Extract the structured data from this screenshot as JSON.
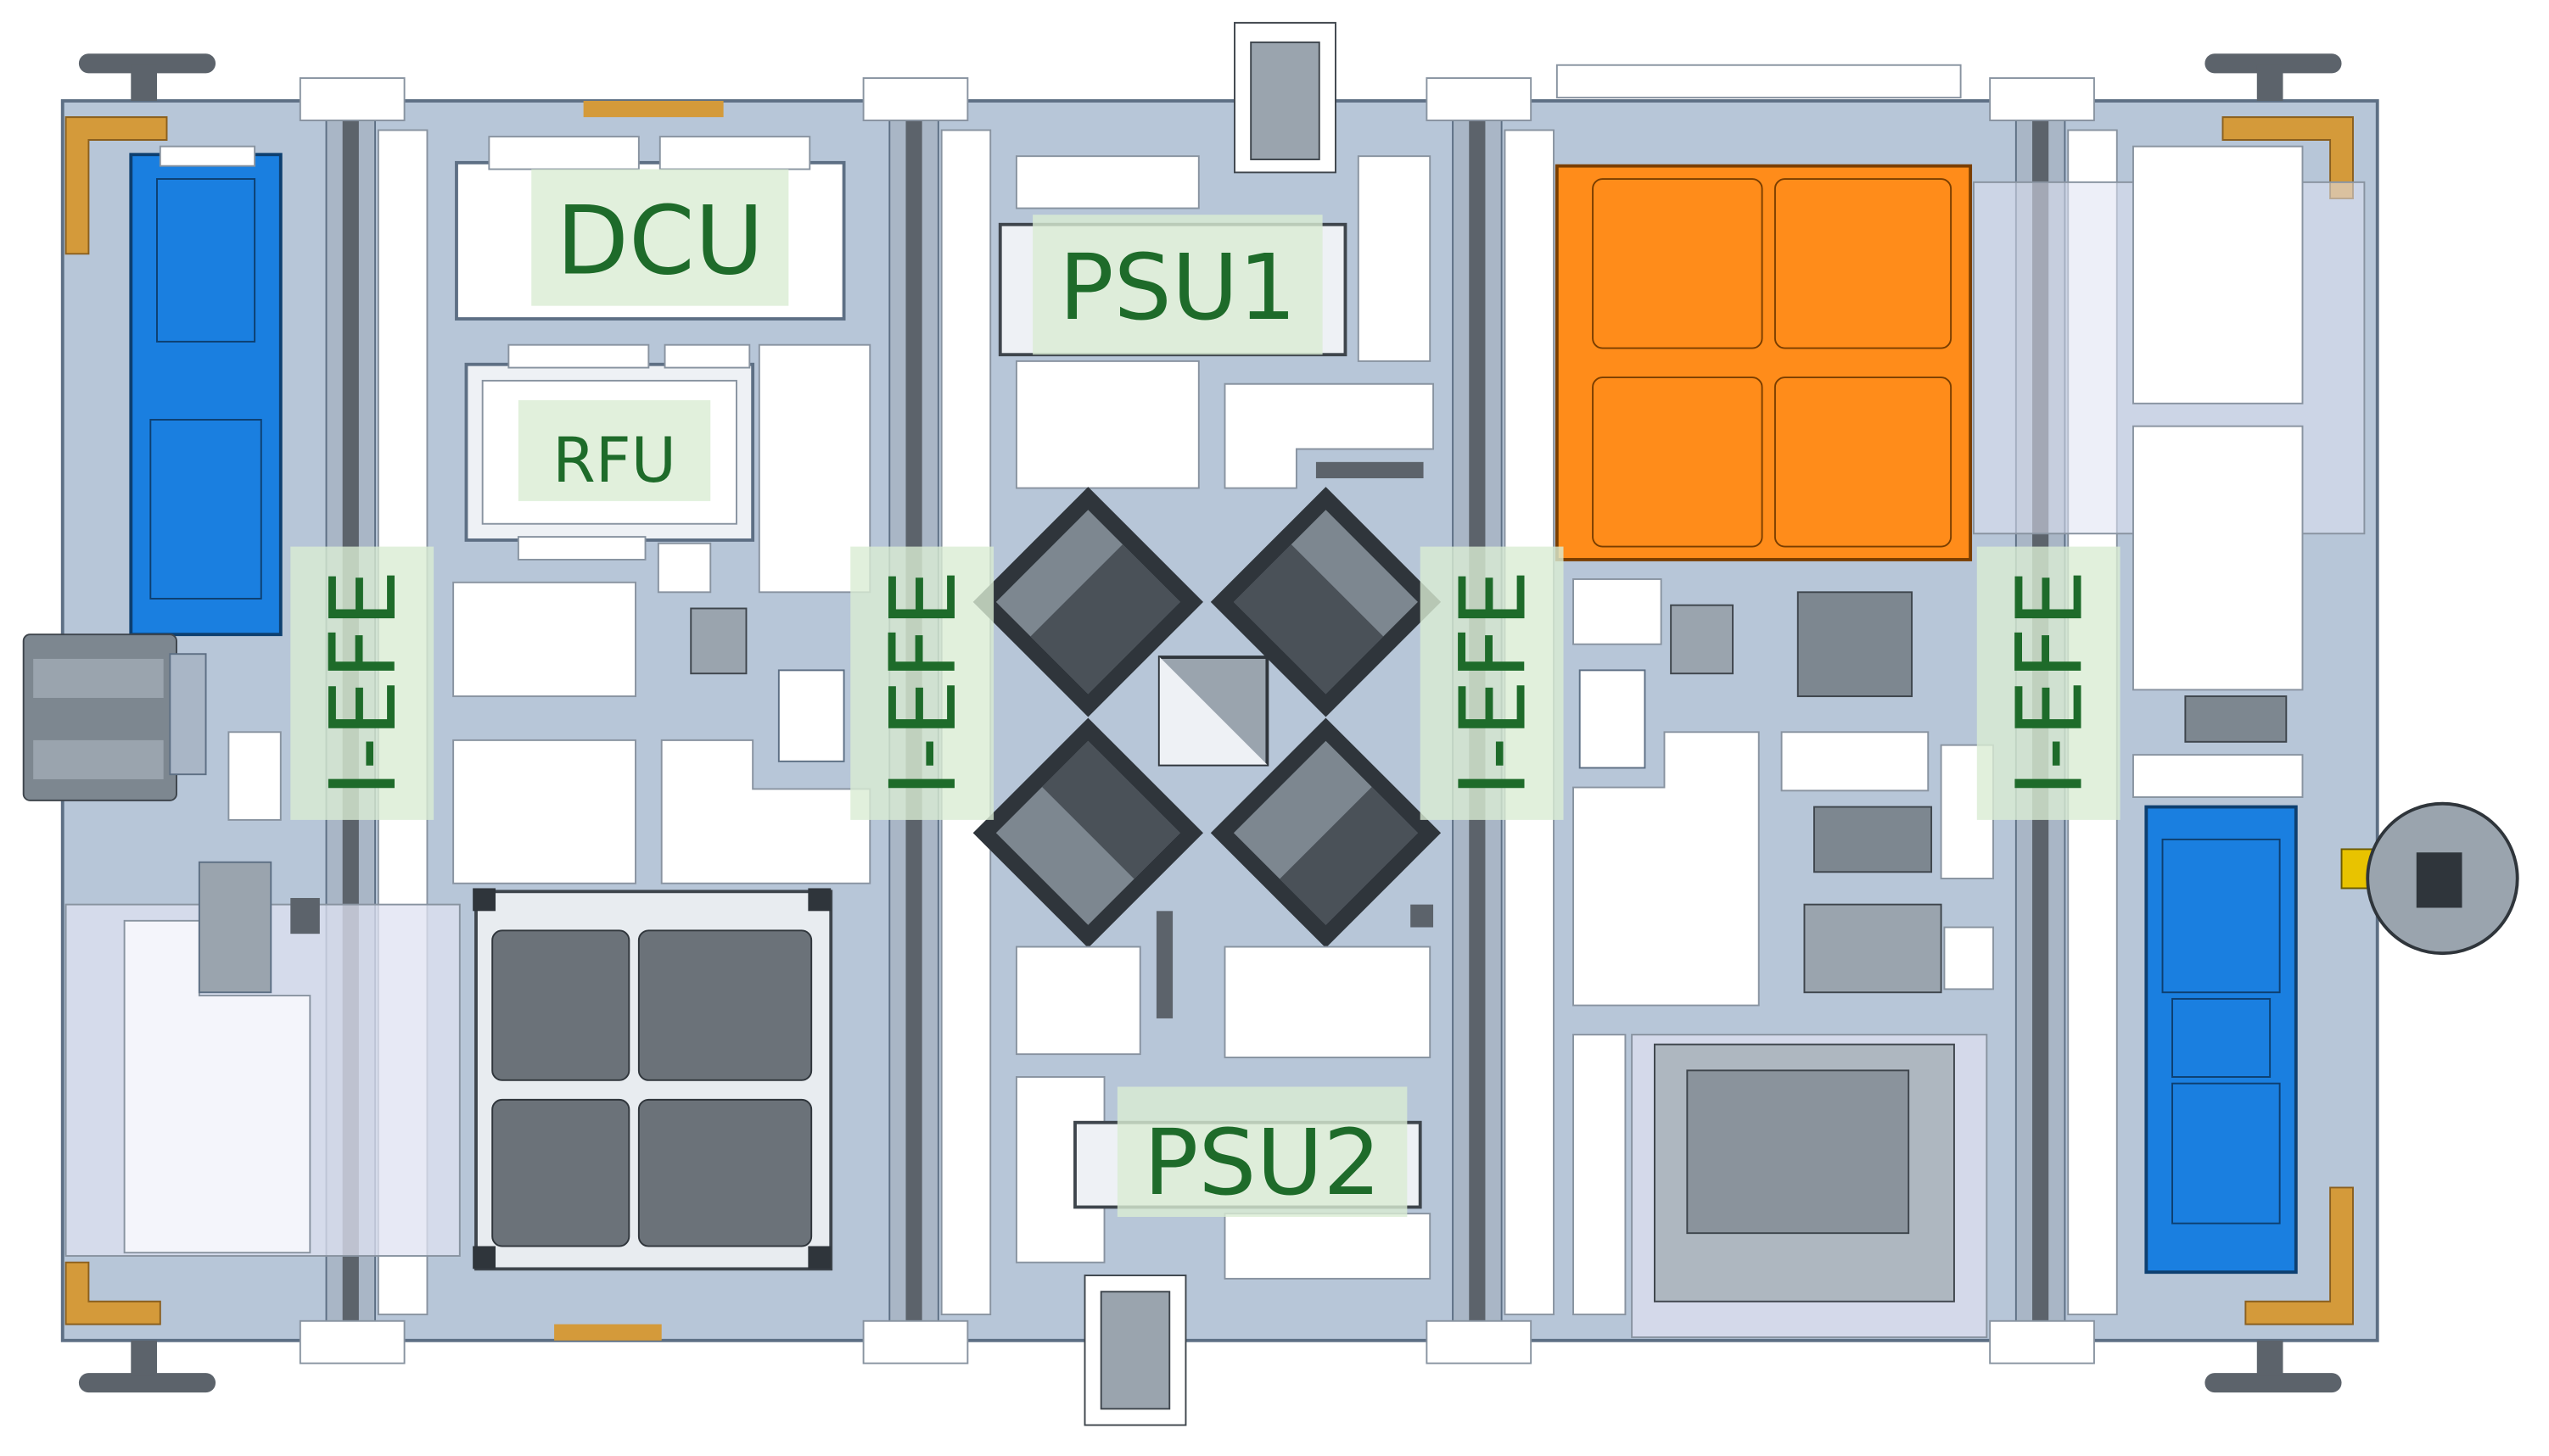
{
  "labels": {
    "dcu": "DCU",
    "rfu": "RFU",
    "psu1": "PSU1",
    "psu2": "PSU2",
    "ieee_1": "I-EFE",
    "ieee_2": "I-EFE",
    "ieee_3": "I-EFE",
    "ieee_4": "I-EFE"
  },
  "colors": {
    "baseplate": "#b7c6d8",
    "baseplate_edge": "#5d6f84",
    "module_white": "#ffffff",
    "orange_panel": "#ff8c1a",
    "blue_unit": "#1a7fe0",
    "dark_gray": "#5c636b",
    "mid_gray": "#7d8790",
    "label_box": "#d9ecd3",
    "label_text": "#1e6b2a",
    "bracket": "#d49a3a",
    "lavender": "#dfe1f2"
  }
}
